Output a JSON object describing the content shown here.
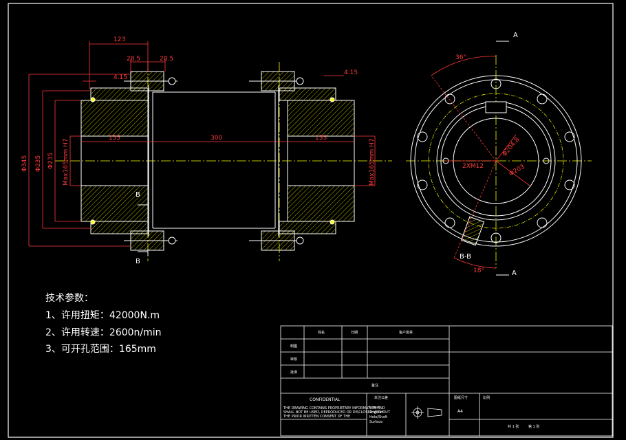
{
  "dimensions": {
    "d123": "123",
    "d28a": "28.5",
    "d28b": "28.5",
    "d415a": "4.15",
    "d415b": "4.15",
    "d135a": "135",
    "d300": "300",
    "d135b": "135",
    "dia345": "Φ345",
    "dia235a": "Φ235",
    "dia235b": "Φ235",
    "max_left": "Max165mm H7",
    "max_right": "Max165mm H7",
    "angle36": "36°",
    "angle18": "18°",
    "dia204": "Φ204.8",
    "dia203": "Φ203",
    "thread": "2XM12"
  },
  "labels": {
    "sectionA_top": "A",
    "sectionA_bottom": "A",
    "sectionB_top": "B",
    "sectionB_bottom": "B",
    "section_BB": "B-B"
  },
  "notes": {
    "heading": "技术参数：",
    "line1": "1、许用扭矩：42000N.m",
    "line2": "2、许用转速：2600n/min",
    "line3": "3、可开孔范围：165mm"
  },
  "title_block": {
    "col_name": "姓名",
    "col_date": "日期",
    "col_customer": "客户签章",
    "row_draw": "制图",
    "row_check": "审核",
    "row_approve": "批准",
    "remark": "备注",
    "confidential": "CONFIDENTIAL",
    "conf_text1": "THE DRAWING CONTAINS PROPRIETARY INFORMATION AND",
    "conf_text2": "SHALL NOT BE USED, REPRODUCED OR DISCLOSED WITHOUT",
    "conf_text3": "THE PRIOR WRITTEN CONSENT OF THE",
    "tolerance": "未注公差",
    "tol1": "Linear",
    "tol2": "Angular",
    "tol3": "Hole/Shaft",
    "tol4": "Surface",
    "size_label": "图纸尺寸",
    "size_value": "A4",
    "scale_label": "比例",
    "sheet_total": "共 1 张",
    "sheet_num": "第 1 张"
  },
  "colors": {
    "outline": "#ffffff",
    "dimension": "#ff3b3b",
    "centerline": "#ffff00",
    "hatch": "#ffff00",
    "accent": "#00ffff",
    "background": "#000000"
  }
}
